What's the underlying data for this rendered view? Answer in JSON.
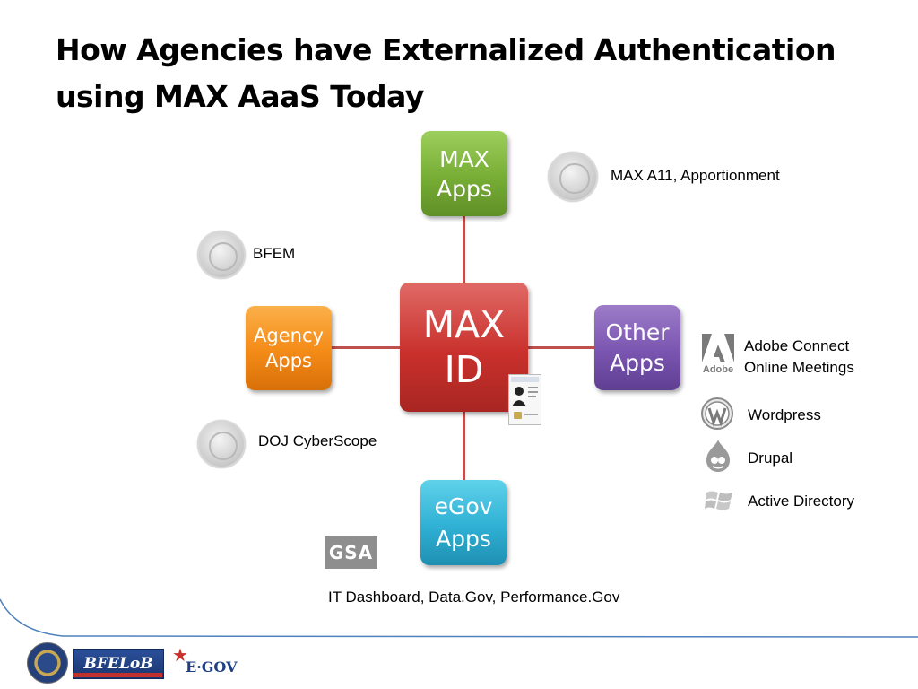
{
  "title": {
    "line1": "How Agencies have Externalized Authentication",
    "line2": "using MAX AaaS Today"
  },
  "center_box": {
    "line1": "MAX",
    "line2": "ID"
  },
  "nodes": {
    "top": {
      "line1": "MAX",
      "line2": "Apps"
    },
    "left": {
      "line1": "Agency",
      "line2": "Apps"
    },
    "right": {
      "line1": "Other",
      "line2": "Apps"
    },
    "bottom": {
      "line1": "eGov",
      "line2": "Apps"
    }
  },
  "labels": {
    "max_apps": "MAX A11, Apportionment",
    "bfem": "BFEM",
    "doj": "DOJ CyberScope",
    "adobe_line1": "Adobe Connect",
    "adobe_line2": "Online Meetings",
    "wordpress": "Wordpress",
    "drupal": "Drupal",
    "active_directory": "Active Directory",
    "egov": "IT Dashboard, Data.Gov, Performance.Gov"
  },
  "logos": {
    "adobe": "Adobe",
    "gsa": "GSA",
    "bfelob": "BFELoB",
    "egov": "E·GOV"
  },
  "icons": {
    "omb_seal": "omb-seal-icon",
    "treasury_seal": "treasury-seal-icon",
    "doj_seal": "doj-seal-icon",
    "piv_card": "piv-card-icon",
    "wordpress": "wordpress-icon",
    "drupal": "drupal-icon",
    "windows": "windows-icon"
  },
  "colors": {
    "connector": "#c0504d",
    "green": "#77ad35",
    "red": "#c9302c",
    "orange": "#f48a16",
    "purple": "#7a55b0",
    "blue": "#2fb0d4",
    "footer_line": "#4f81bd"
  }
}
